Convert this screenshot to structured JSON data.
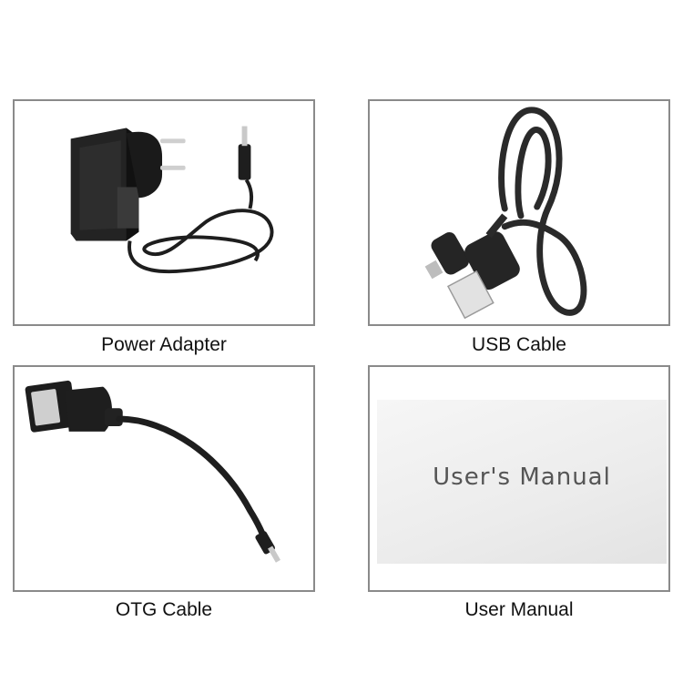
{
  "items": [
    {
      "caption": "Power Adapter"
    },
    {
      "caption": "USB Cable"
    },
    {
      "caption": "OTG Cable"
    },
    {
      "caption": "User Manual"
    }
  ],
  "manual": {
    "title": "User's Manual"
  },
  "colors": {
    "border": "#8a8a8a",
    "device": "#1e1e1e",
    "metal": "#d8d8d8",
    "manual_text": "#555555"
  }
}
